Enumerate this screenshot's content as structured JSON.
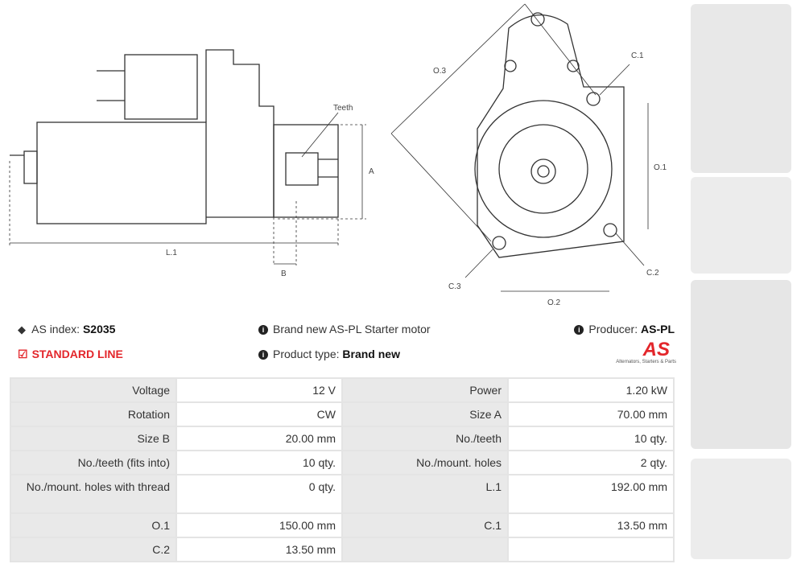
{
  "drawing": {
    "teeth_label": "Teeth",
    "a": "A",
    "b": "B",
    "l1": "L.1",
    "o1": "O.1",
    "o2": "O.2",
    "o3": "O.3",
    "c1": "C.1",
    "c2": "C.2",
    "c3": "C.3"
  },
  "info": {
    "as_index_label": "AS index:",
    "as_index": "S2035",
    "line": "STANDARD LINE",
    "description": "Brand new AS-PL Starter motor",
    "product_type_label": "Product type:",
    "product_type": "Brand new",
    "producer_label": "Producer:",
    "producer": "AS-PL",
    "logo_text": "AS",
    "logo_sub": "Alternators, Starters & Parts"
  },
  "colors": {
    "accent": "#e3262b"
  },
  "specs": [
    {
      "k1": "Voltage",
      "v1": "12 V",
      "k2": "Power",
      "v2": "1.20 kW"
    },
    {
      "k1": "Rotation",
      "v1": "CW",
      "k2": "Size A",
      "v2": "70.00 mm"
    },
    {
      "k1": "Size B",
      "v1": "20.00 mm",
      "k2": "No./teeth",
      "v2": "10 qty."
    },
    {
      "k1": "No./teeth (fits into)",
      "v1": "10 qty.",
      "k2": "No./mount. holes",
      "v2": "2 qty."
    },
    {
      "k1": "No./mount. holes with thread",
      "v1": "0 qty.",
      "k2": "L.1",
      "v2": "192.00 mm"
    },
    {
      "k1": "O.1",
      "v1": "150.00 mm",
      "k2": "C.1",
      "v2": "13.50 mm"
    },
    {
      "k1": "C.2",
      "v1": "13.50 mm",
      "k2": "",
      "v2": ""
    }
  ]
}
